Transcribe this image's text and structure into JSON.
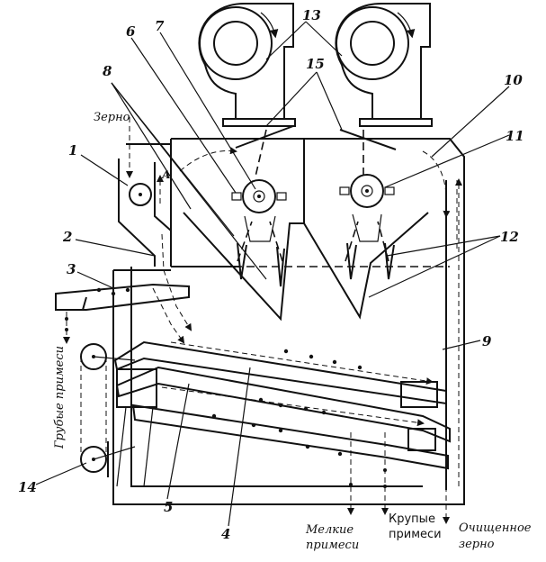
{
  "labels": {
    "input": "Зерно",
    "coarse": "Грубые примеси",
    "fine_1": "Мелкие",
    "fine_2": "примеси",
    "big_1": "Крупые",
    "big_2": "примеси",
    "clean_1": "Очищенное",
    "clean_2": "зерно"
  },
  "numbers": {
    "n1": "1",
    "n2": "2",
    "n3": "3",
    "n4": "4",
    "n5": "5",
    "n6": "6",
    "n7": "7",
    "n8": "8",
    "n9": "9",
    "n10": "10",
    "n11": "11",
    "n12": "12",
    "n13": "13",
    "n14": "14",
    "n15": "15",
    "nA": "А"
  }
}
